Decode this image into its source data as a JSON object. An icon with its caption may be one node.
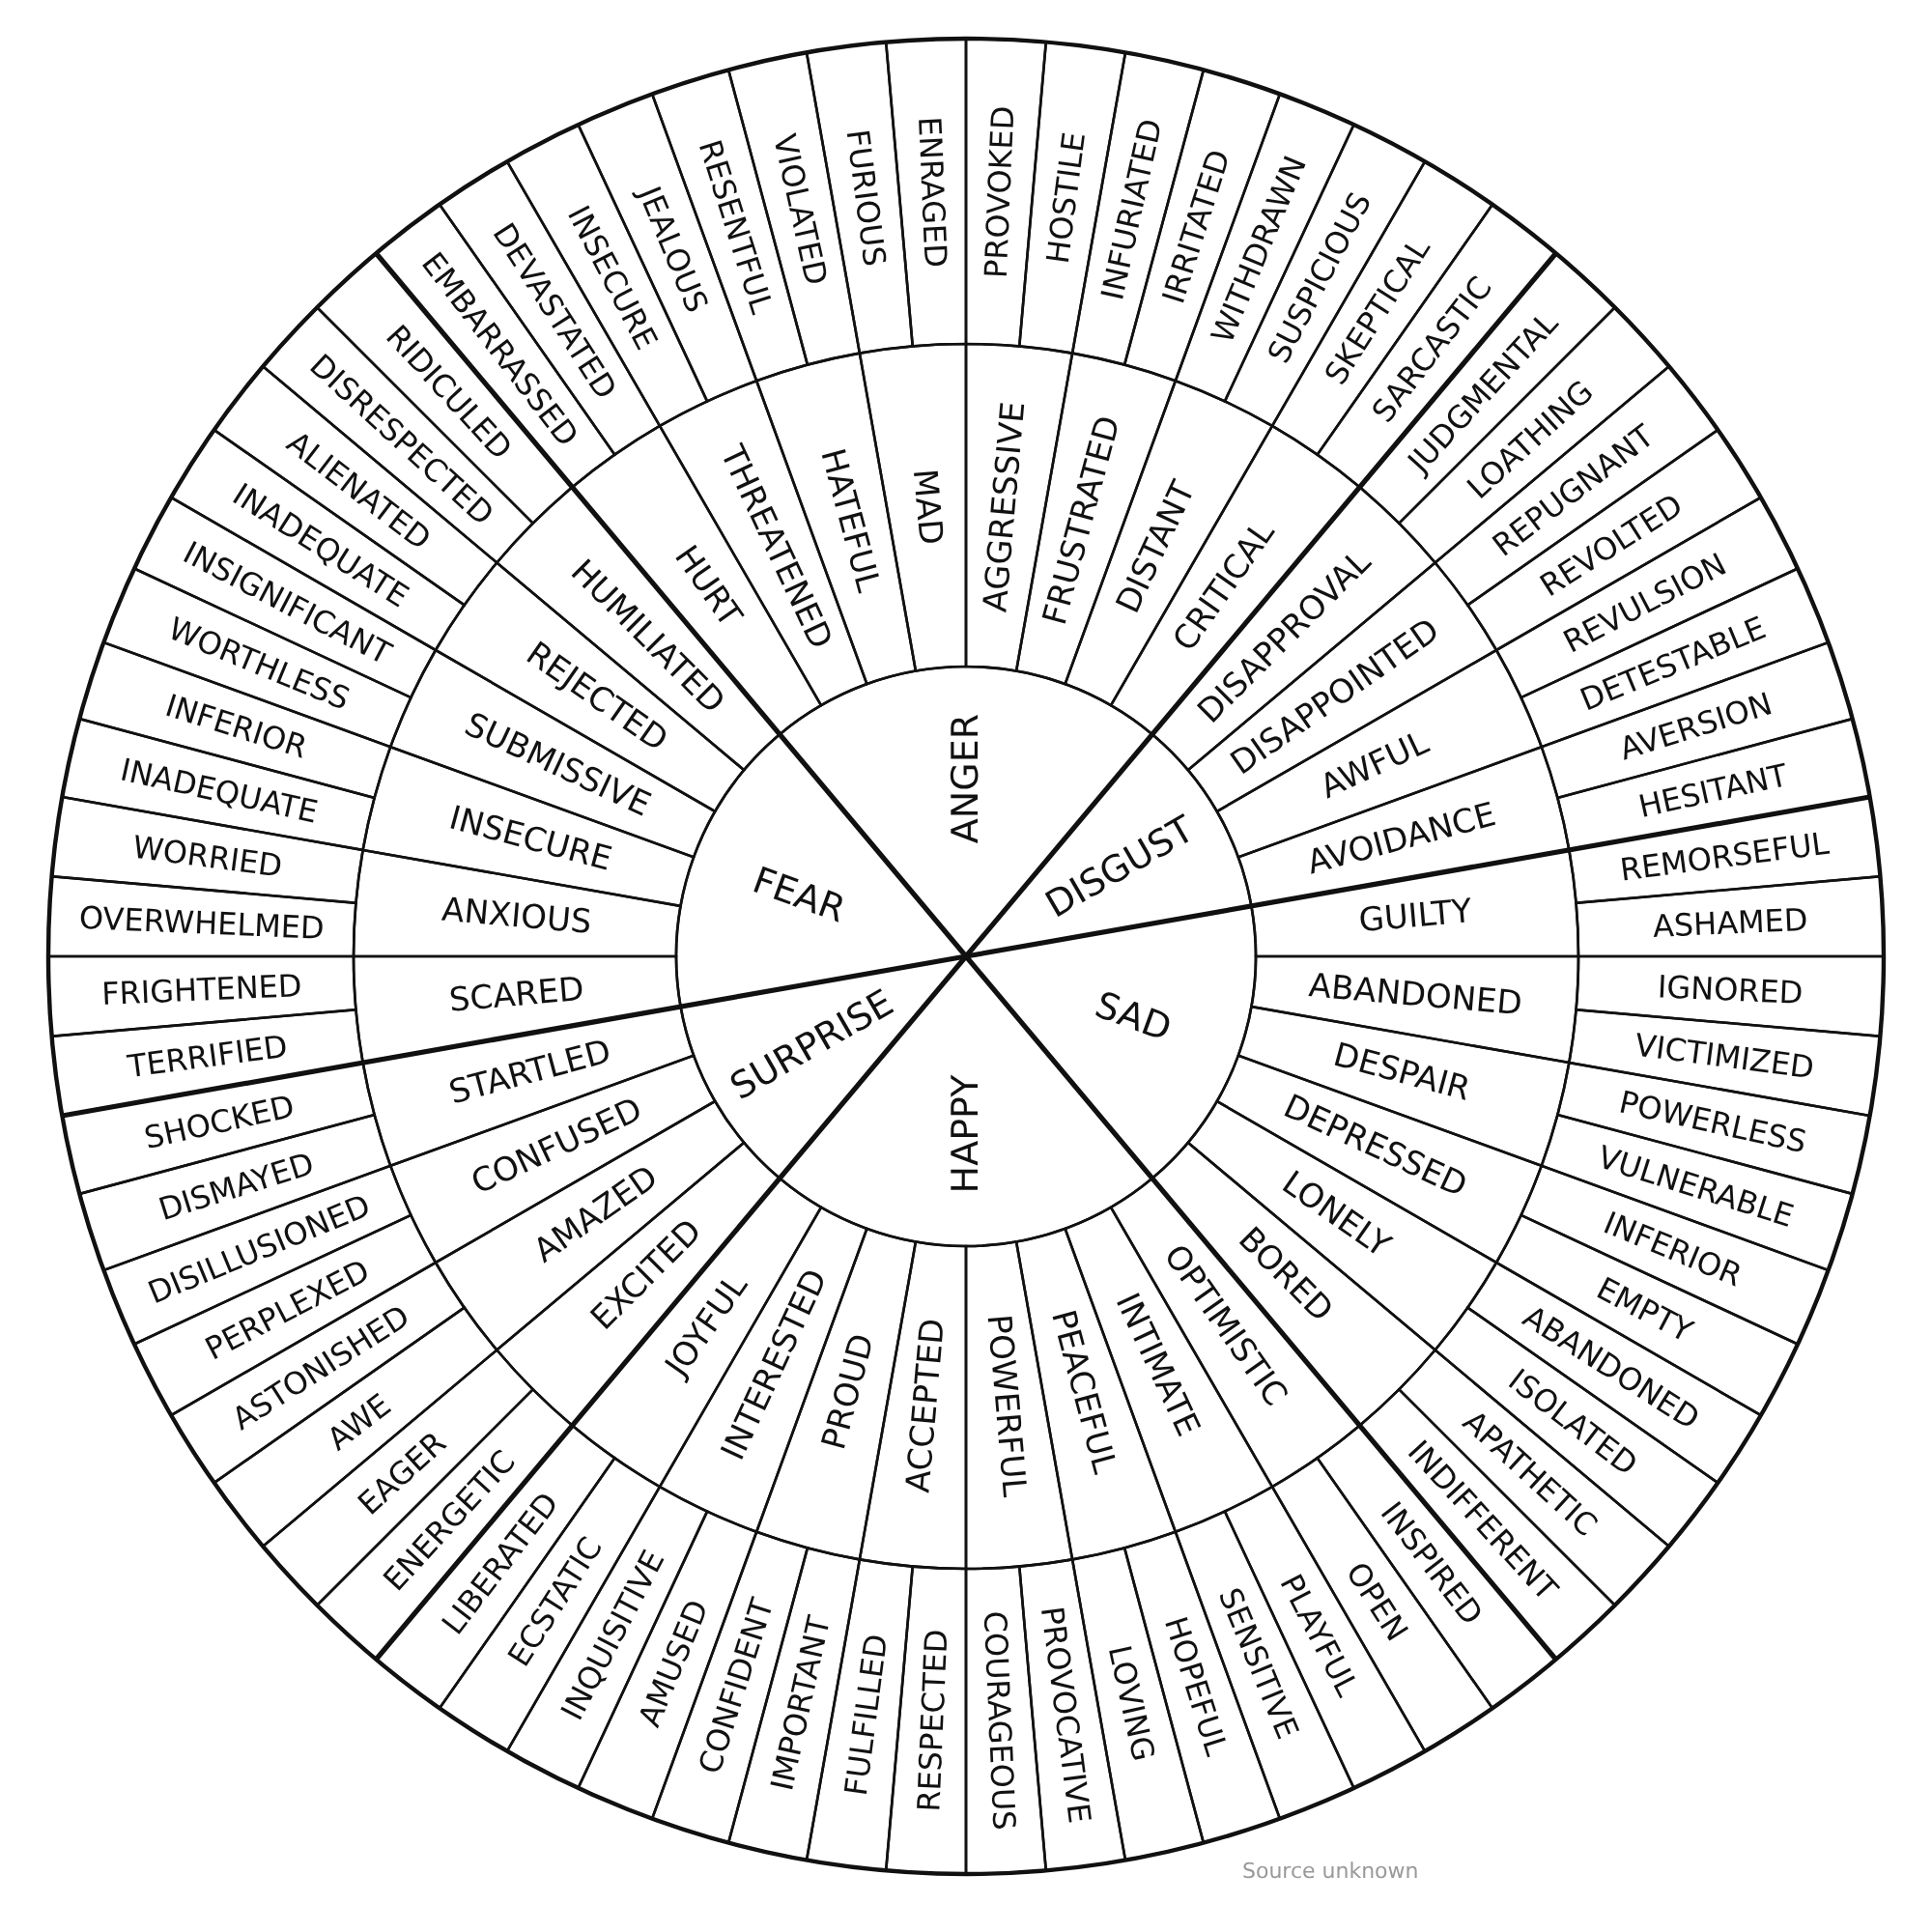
{
  "diagram": {
    "nodes": [
      {
        "text": [
          "ANGER"
        ]
      },
      {
        "text": [
          "DISGUST"
        ]
      },
      {
        "text": [
          "SAD"
        ]
      },
      {
        "text": [
          "HAPPY"
        ]
      },
      {
        "text": [
          "SURPRISE"
        ]
      },
      {
        "text": [
          "FEAR"
        ]
      },
      {
        "text": [
          "HURT"
        ]
      },
      {
        "text": [
          "THREATENED"
        ]
      },
      {
        "text": [
          "HATEFUL"
        ]
      },
      {
        "text": [
          "MAD"
        ]
      },
      {
        "text": [
          "AGGRESSIVE"
        ]
      },
      {
        "text": [
          "FRUSTRATED"
        ]
      },
      {
        "text": [
          "DISTANT"
        ]
      },
      {
        "text": [
          "CRITICAL"
        ]
      },
      {
        "text": [
          "DISAPPROVAL"
        ]
      },
      {
        "text": [
          "DISAPPOINTED"
        ]
      },
      {
        "text": [
          "AWFUL"
        ]
      },
      {
        "text": [
          "AVOIDANCE"
        ]
      },
      {
        "text": [
          "GUILTY"
        ]
      },
      {
        "text": [
          "ABANDONED"
        ]
      },
      {
        "text": [
          "DESPAIR"
        ]
      },
      {
        "text": [
          "DEPRESSED"
        ]
      },
      {
        "text": [
          "LONELY"
        ]
      },
      {
        "text": [
          "BORED"
        ]
      },
      {
        "text": [
          "OPTIMISTIC"
        ]
      },
      {
        "text": [
          "INTIMATE"
        ]
      },
      {
        "text": [
          "PEACEFUL"
        ]
      },
      {
        "text": [
          "POWERFUL"
        ]
      },
      {
        "text": [
          "ACCEPTED"
        ]
      },
      {
        "text": [
          "PROUD"
        ]
      },
      {
        "text": [
          "INTERESTED"
        ]
      },
      {
        "text": [
          "JOYFUL"
        ]
      },
      {
        "text": [
          "EXCITED"
        ]
      },
      {
        "text": [
          "AMAZED"
        ]
      },
      {
        "text": [
          "CONFUSED"
        ]
      },
      {
        "text": [
          "STARTLED"
        ]
      },
      {
        "text": [
          "SCARED"
        ]
      },
      {
        "text": [
          "ANXIOUS"
        ]
      },
      {
        "text": [
          "INSECURE"
        ]
      },
      {
        "text": [
          "SUBMISSIVE"
        ]
      },
      {
        "text": [
          "REJECTED"
        ]
      },
      {
        "text": [
          "HUMILIATED"
        ]
      },
      {
        "text": [
          "EMBARRASSED"
        ]
      },
      {
        "text": [
          "DEVASTATED"
        ]
      },
      {
        "text": [
          "INSECURE"
        ]
      },
      {
        "text": [
          "JEALOUS"
        ]
      },
      {
        "text": [
          "RESENTFUL"
        ]
      },
      {
        "text": [
          "VIOLATED"
        ]
      },
      {
        "text": [
          "FURIOUS"
        ]
      },
      {
        "text": [
          "ENRAGED"
        ]
      },
      {
        "text": [
          "PROVOKED"
        ]
      },
      {
        "text": [
          "HOSTILE"
        ]
      },
      {
        "text": [
          "INFURIATED"
        ]
      },
      {
        "text": [
          "IRRITATED"
        ]
      },
      {
        "text": [
          "WITHDRAWN"
        ]
      },
      {
        "text": [
          "SUSPICIOUS"
        ]
      },
      {
        "text": [
          "SKEPTICAL"
        ]
      },
      {
        "text": [
          "SARCASTIC"
        ]
      },
      {
        "text": [
          "JUDGMENTAL"
        ]
      },
      {
        "text": [
          "LOATHING"
        ]
      },
      {
        "text": [
          "REPUGNANT"
        ]
      },
      {
        "text": [
          "REVOLTED"
        ]
      },
      {
        "text": [
          "REVULSION"
        ]
      },
      {
        "text": [
          "DETESTABLE"
        ]
      },
      {
        "text": [
          "AVERSION"
        ]
      },
      {
        "text": [
          "HESITANT"
        ]
      },
      {
        "text": [
          "REMORSEFUL"
        ]
      },
      {
        "text": [
          "ASHAMED"
        ]
      },
      {
        "text": [
          "IGNORED"
        ]
      },
      {
        "text": [
          "VICTIMIZED"
        ]
      },
      {
        "text": [
          "POWERLESS"
        ]
      },
      {
        "text": [
          "VULNERABLE"
        ]
      },
      {
        "text": [
          "INFERIOR"
        ]
      },
      {
        "text": [
          "EMPTY"
        ]
      },
      {
        "text": [
          "ABANDONED"
        ]
      },
      {
        "text": [
          "ISOLATED"
        ]
      },
      {
        "text": [
          "APATHETIC"
        ]
      },
      {
        "text": [
          "INDIFFERENT"
        ]
      },
      {
        "text": [
          "INSPIRED"
        ]
      },
      {
        "text": [
          "OPEN"
        ]
      },
      {
        "text": [
          "PLAYFUL"
        ]
      },
      {
        "text": [
          "SENSITIVE"
        ]
      },
      {
        "text": [
          "HOPEFUL"
        ]
      },
      {
        "text": [
          "LOVING"
        ]
      },
      {
        "text": [
          "PROVOCATIVE"
        ]
      },
      {
        "text": [
          "COURAGEOUS"
        ]
      },
      {
        "text": [
          "RESPECTED"
        ]
      },
      {
        "text": [
          "FULFILLED"
        ]
      },
      {
        "text": [
          "IMPORTANT"
        ]
      },
      {
        "text": [
          "CONFIDENT"
        ]
      },
      {
        "text": [
          "AMUSED"
        ]
      },
      {
        "text": [
          "INQUISITIVE"
        ]
      },
      {
        "text": [
          "ECSTATIC"
        ]
      },
      {
        "text": [
          "LIBERATED"
        ]
      },
      {
        "text": [
          "ENERGETIC"
        ]
      },
      {
        "text": [
          "EAGER"
        ]
      },
      {
        "text": [
          "AWE"
        ]
      },
      {
        "text": [
          "ASTONISHED"
        ]
      },
      {
        "text": [
          "PERPLEXED"
        ]
      },
      {
        "text": [
          "DISILLUSIONED"
        ]
      },
      {
        "text": [
          "DISMAYED"
        ]
      },
      {
        "text": [
          "SHOCKED"
        ]
      },
      {
        "text": [
          "TERRIFIED"
        ]
      },
      {
        "text": [
          "FRIGHTENED"
        ]
      },
      {
        "text": [
          "OVERWHELMED"
        ]
      },
      {
        "text": [
          "WORRIED"
        ]
      },
      {
        "text": [
          "INADEQUATE"
        ]
      },
      {
        "text": [
          "INFERIOR"
        ]
      },
      {
        "text": [
          "WORTHLESS"
        ]
      },
      {
        "text": [
          "INSIGNIFICANT"
        ]
      },
      {
        "text": [
          "INADEQUATE"
        ]
      },
      {
        "text": [
          "ALIENATED"
        ]
      },
      {
        "text": [
          "DISRESPECTED"
        ]
      },
      {
        "text": [
          "RIDICULED"
        ]
      }
    ],
    "labels": [
      "Source unknown"
    ]
  }
}
